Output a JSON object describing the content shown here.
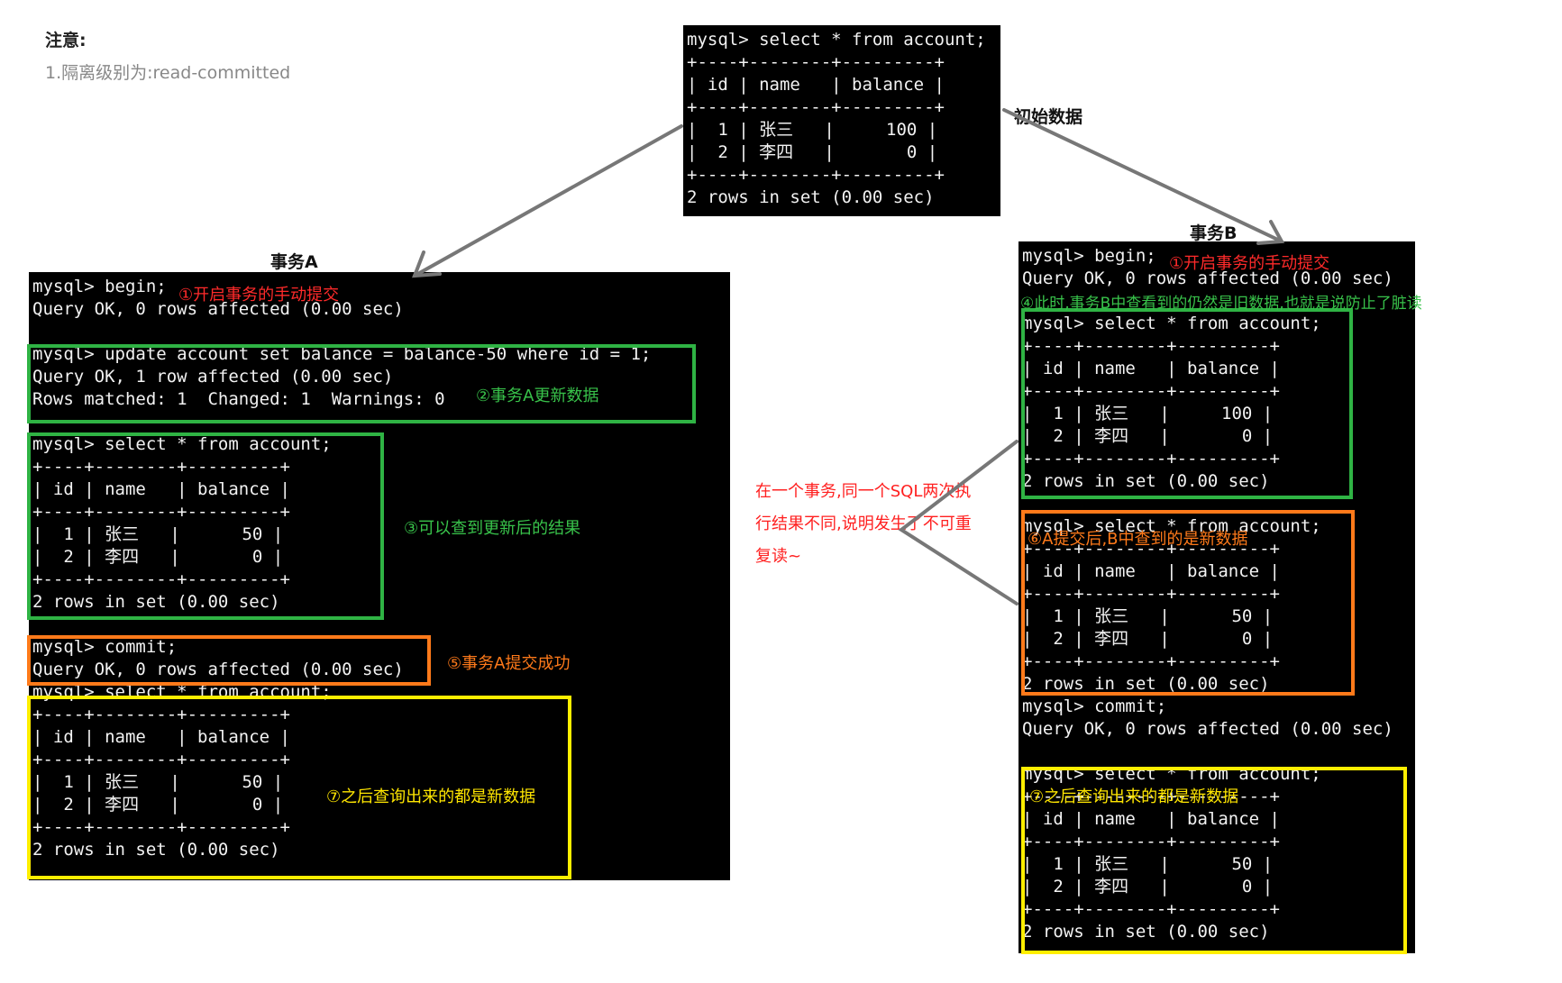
{
  "notes": {
    "title": "注意:",
    "line1": "1.隔离级别为:read-committed"
  },
  "labels": {
    "initial": "初始数据",
    "txA": "事务A",
    "txB": "事务B"
  },
  "callout": "在一个事务,同一个SQL两次执行结果不同,说明发生了不可重复读~",
  "initial_terminal": [
    "mysql> select * from account;",
    "+----+--------+---------+",
    "| id | name   | balance |",
    "+----+--------+---------+",
    "|  1 | 张三   |     100 |",
    "|  2 | 李四   |       0 |",
    "+----+--------+---------+",
    "2 rows in set (0.00 sec)"
  ],
  "txA_terminal": [
    "mysql> begin;",
    "Query OK, 0 rows affected (0.00 sec)",
    "",
    "mysql> update account set balance = balance-50 where id = 1;",
    "Query OK, 1 row affected (0.00 sec)",
    "Rows matched: 1  Changed: 1  Warnings: 0",
    "",
    "mysql> select * from account;",
    "+----+--------+---------+",
    "| id | name   | balance |",
    "+----+--------+---------+",
    "|  1 | 张三   |      50 |",
    "|  2 | 李四   |       0 |",
    "+----+--------+---------+",
    "2 rows in set (0.00 sec)",
    "",
    "mysql> commit;",
    "Query OK, 0 rows affected (0.00 sec)",
    "mysql> select * from account;",
    "+----+--------+---------+",
    "| id | name   | balance |",
    "+----+--------+---------+",
    "|  1 | 张三   |      50 |",
    "|  2 | 李四   |       0 |",
    "+----+--------+---------+",
    "2 rows in set (0.00 sec)"
  ],
  "txB_terminal": [
    "mysql> begin;",
    "Query OK, 0 rows affected (0.00 sec)",
    "",
    "mysql> select * from account;",
    "+----+--------+---------+",
    "| id | name   | balance |",
    "+----+--------+---------+",
    "|  1 | 张三   |     100 |",
    "|  2 | 李四   |       0 |",
    "+----+--------+---------+",
    "2 rows in set (0.00 sec)",
    "",
    "mysql> select * from account;",
    "+----+--------+---------+",
    "| id | name   | balance |",
    "+----+--------+---------+",
    "|  1 | 张三   |      50 |",
    "|  2 | 李四   |       0 |",
    "+----+--------+---------+",
    "2 rows in set (0.00 sec)",
    "mysql> commit;",
    "Query OK, 0 rows affected (0.00 sec)",
    "",
    "mysql> select * from account;",
    "+----+--------+---------+",
    "| id | name   | balance |",
    "+----+--------+---------+",
    "|  1 | 张三   |      50 |",
    "|  2 | 李四   |       0 |",
    "+----+--------+---------+",
    "2 rows in set (0.00 sec)"
  ],
  "annotations": {
    "a1": "①开启事务的手动提交",
    "a2": "②事务A更新数据",
    "a3": "③可以查到更新后的结果",
    "a5": "⑤事务A提交成功",
    "a7": "⑦之后查询出来的都是新数据",
    "b1": "①开启事务的手动提交",
    "b4": "④此时,事务B中查看到的仍然是旧数据,也就是说防止了脏读",
    "b6": "⑥A提交后,B中查到的是新数据",
    "b7": "⑦之后查询出来的都是新数据"
  },
  "colors": {
    "red": "#ff2a2a",
    "green": "#2fb344",
    "orange": "#ff7a1a",
    "yellow": "#ffee00"
  }
}
